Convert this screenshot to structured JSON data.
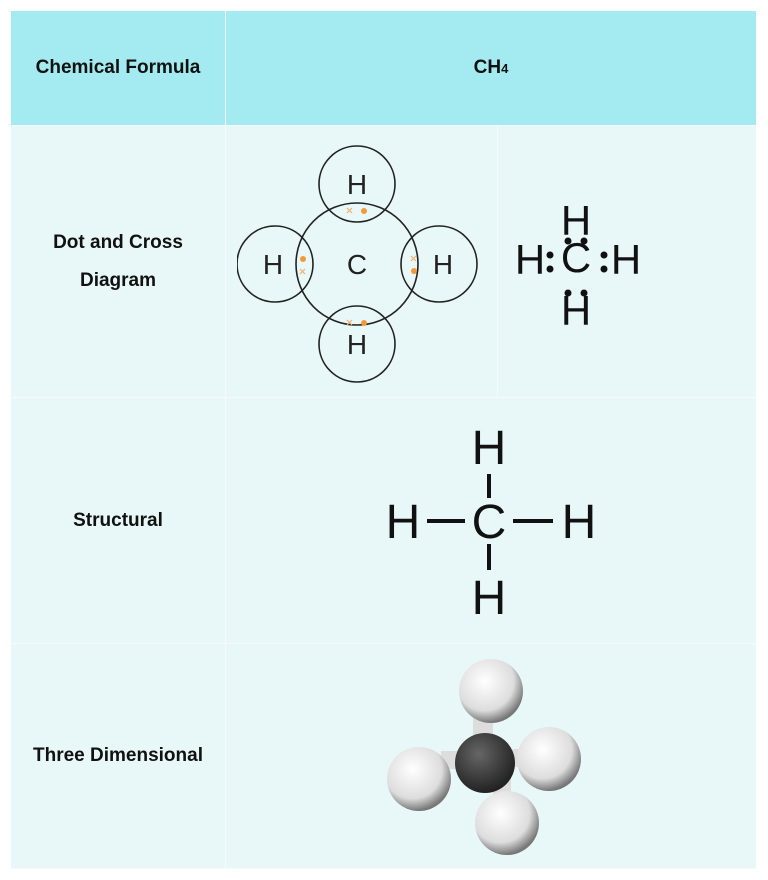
{
  "table": {
    "header": {
      "label": "Chemical Formula",
      "formula_main": "CH",
      "formula_sub": "4"
    },
    "rows": [
      {
        "label": "Dot and Cross Diagram",
        "diagrams": [
          "dot-and-cross circles",
          "lewis structure"
        ]
      },
      {
        "label": "Structural",
        "diagrams": [
          "structural formula"
        ]
      },
      {
        "label": "Three Dimensional",
        "diagrams": [
          "ball-and-stick model"
        ]
      }
    ]
  },
  "atoms": {
    "carbon": "C",
    "hydrogen": "H"
  },
  "colors": {
    "header_bg": "#a3ebf0",
    "body_bg": "#e8f7f7",
    "electron": "#f29a3a"
  }
}
